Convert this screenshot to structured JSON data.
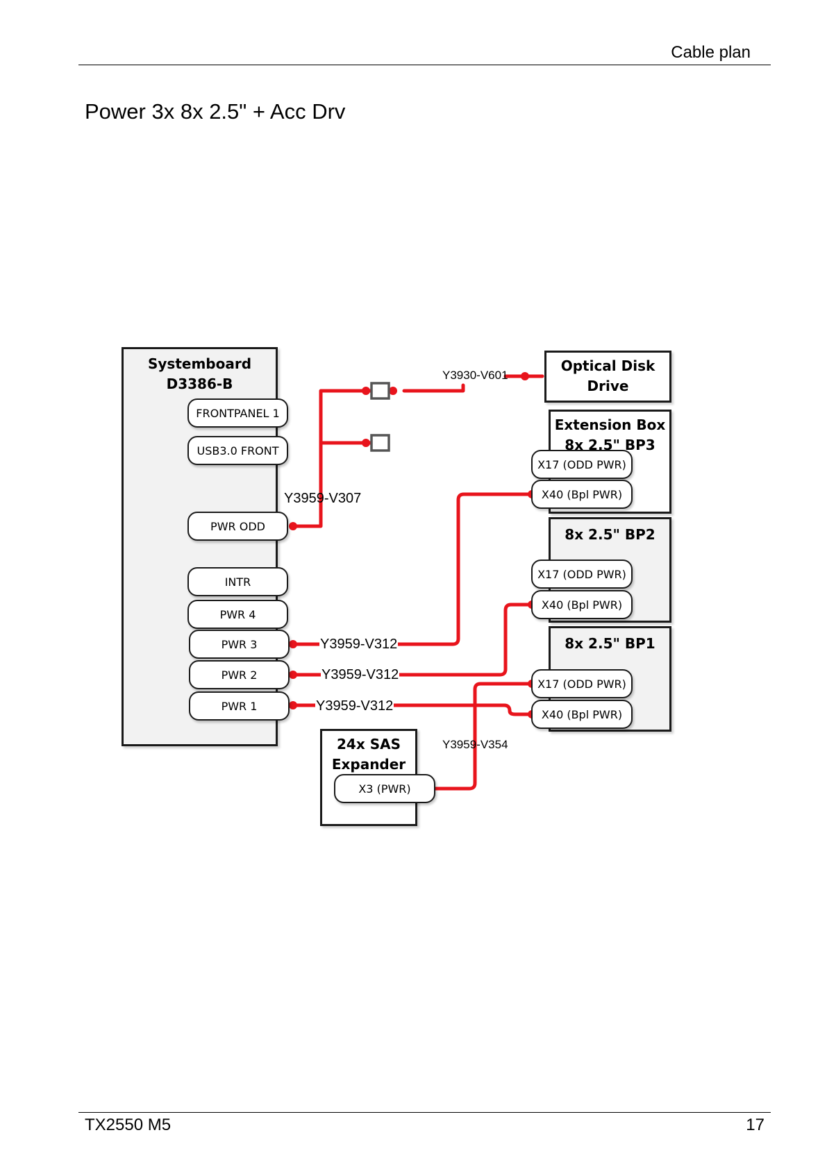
{
  "header": {
    "section": "Cable plan"
  },
  "page_title": "Power 3x 8x 2.5\" + Acc Drv",
  "footer": {
    "model": "TX2550 M5",
    "page_number": "17"
  },
  "colors": {
    "cable": "#e8141c",
    "border": "#1a1a1a",
    "box_fill": "#f2f2f2"
  },
  "diagram": {
    "systemboard": {
      "title_line1": "Systemboard",
      "title_line2": "D3386-B",
      "connectors": {
        "frontpanel": "FRONTPANEL 1",
        "usb": "USB3.0 FRONT",
        "pwr_odd": "PWR ODD",
        "intr": "INTR",
        "pwr4": "PWR 4",
        "pwr3": "PWR 3",
        "pwr2": "PWR 2",
        "pwr1": "PWR 1"
      }
    },
    "odd": {
      "title_line1": "Optical Disk",
      "title_line2": "Drive"
    },
    "bp3": {
      "title_line1": "Extension Box",
      "title_line2": "8x 2.5\" BP3",
      "x17": "X17 (ODD PWR)",
      "x40": "X40 (Bpl PWR)"
    },
    "bp2": {
      "title": "8x 2.5\" BP2",
      "x17": "X17 (ODD PWR)",
      "x40": "X40 (Bpl PWR)"
    },
    "bp1": {
      "title": "8x 2.5\" BP1",
      "x17": "X17 (ODD PWR)",
      "x40": "X40 (Bpl PWR)"
    },
    "sas": {
      "title_line1": "24x SAS",
      "title_line2": "Expander",
      "x3": "X3 (PWR)"
    },
    "cables": {
      "odd_cable": "Y3930-V601",
      "pwr_odd_cable": "Y3959-V307",
      "pwr3_cable": "Y3959-V312",
      "pwr2_cable": "Y3959-V312",
      "pwr1_cable": "Y3959-V312",
      "sas_cable": "Y3959-V354"
    }
  }
}
